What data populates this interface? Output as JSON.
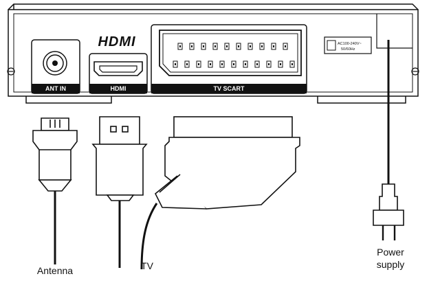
{
  "device": {
    "logo": "HDMI",
    "ports": {
      "ant_in": "ANT IN",
      "hdmi": "HDMI",
      "scart": "TV SCART"
    },
    "power_rating": [
      "AC100-240V~",
      "50/60Hz"
    ]
  },
  "labels": {
    "antenna": "Antenna",
    "tv": "TV",
    "power_line1": "Power",
    "power_line2": "supply"
  }
}
